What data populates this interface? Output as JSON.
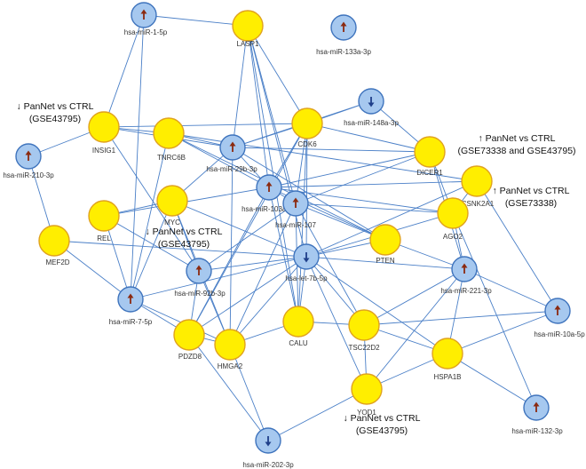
{
  "nodes": [
    {
      "id": "miR1",
      "type": "mirna",
      "dir": "up",
      "label": "hsa-miR-1-5p"
    },
    {
      "id": "LASP1",
      "type": "gene",
      "label": "LASP1"
    },
    {
      "id": "miR133",
      "type": "mirna",
      "dir": "up",
      "label": "hsa-miR-133a-3p"
    },
    {
      "id": "miR148",
      "type": "mirna",
      "dir": "down",
      "label": "hsa-miR-148a-3p"
    },
    {
      "id": "INSIG1",
      "type": "gene",
      "label": "INSIG1"
    },
    {
      "id": "TNRC6B",
      "type": "gene",
      "label": "TNRC6B"
    },
    {
      "id": "CDK6",
      "type": "gene",
      "label": "CDK6"
    },
    {
      "id": "DICER1",
      "type": "gene",
      "label": "DICER1"
    },
    {
      "id": "miR210",
      "type": "mirna",
      "dir": "up",
      "label": "hsa-miR-210-3p"
    },
    {
      "id": "miR29b",
      "type": "mirna",
      "dir": "up",
      "label": "hsa-miR-29b-3p"
    },
    {
      "id": "CSNK2A1",
      "type": "gene",
      "label": "CSNK2A1"
    },
    {
      "id": "MYC",
      "type": "gene",
      "label": "MYC"
    },
    {
      "id": "miR103",
      "type": "mirna",
      "dir": "up",
      "label": "hsa-miR-103a-3p"
    },
    {
      "id": "miR107",
      "type": "mirna",
      "dir": "up",
      "label": "hsa-miR-107"
    },
    {
      "id": "REL",
      "type": "gene",
      "label": "REL"
    },
    {
      "id": "AGO2",
      "type": "gene",
      "label": "AGO2"
    },
    {
      "id": "MEF2D",
      "type": "gene",
      "label": "MEF2D"
    },
    {
      "id": "PTEN",
      "type": "gene",
      "label": "PTEN"
    },
    {
      "id": "let7b",
      "type": "mirna",
      "dir": "down",
      "label": "hsa-let-7b-5p"
    },
    {
      "id": "miR92b",
      "type": "mirna",
      "dir": "up",
      "label": "hsa-miR-92b-3p"
    },
    {
      "id": "miR221",
      "type": "mirna",
      "dir": "up",
      "label": "hsa-miR-221-3p"
    },
    {
      "id": "miR7",
      "type": "mirna",
      "dir": "up",
      "label": "hsa-miR-7-5p"
    },
    {
      "id": "CALU",
      "type": "gene",
      "label": "CALU"
    },
    {
      "id": "miR10a",
      "type": "mirna",
      "dir": "up",
      "label": "hsa-miR-10a-5p"
    },
    {
      "id": "PDZD8",
      "type": "gene",
      "label": "PDZD8"
    },
    {
      "id": "HMGA2",
      "type": "gene",
      "label": "HMGA2"
    },
    {
      "id": "TSC22D2",
      "type": "gene",
      "label": "TSC22D2"
    },
    {
      "id": "HSPA1B",
      "type": "gene",
      "label": "HSPA1B"
    },
    {
      "id": "YOD1",
      "type": "gene",
      "label": "YOD1"
    },
    {
      "id": "miR132",
      "type": "mirna",
      "dir": "up",
      "label": "hsa-miR-132-3p"
    },
    {
      "id": "miR202",
      "type": "mirna",
      "dir": "down",
      "label": "hsa-miR-202-3p"
    }
  ],
  "edges": [
    [
      "miR1",
      "INSIG1"
    ],
    [
      "miR1",
      "LASP1"
    ],
    [
      "miR1",
      "miR7"
    ],
    [
      "LASP1",
      "CDK6"
    ],
    [
      "LASP1",
      "CALU"
    ],
    [
      "LASP1",
      "miR103"
    ],
    [
      "LASP1",
      "miR107"
    ],
    [
      "LASP1",
      "let7b"
    ],
    [
      "LASP1",
      "miR29b"
    ],
    [
      "miR148",
      "CDK6"
    ],
    [
      "miR148",
      "DICER1"
    ],
    [
      "miR148",
      "miR29b"
    ],
    [
      "INSIG1",
      "miR210"
    ],
    [
      "INSIG1",
      "TNRC6B"
    ],
    [
      "INSIG1",
      "miR29b"
    ],
    [
      "INSIG1",
      "CDK6"
    ],
    [
      "INSIG1",
      "miR92b"
    ],
    [
      "TNRC6B",
      "miR29b"
    ],
    [
      "TNRC6B",
      "miR103"
    ],
    [
      "TNRC6B",
      "miR7"
    ],
    [
      "TNRC6B",
      "PTEN"
    ],
    [
      "TNRC6B",
      "CSNK2A1"
    ],
    [
      "CDK6",
      "miR29b"
    ],
    [
      "CDK6",
      "miR103"
    ],
    [
      "CDK6",
      "let7b"
    ],
    [
      "CDK6",
      "miR107"
    ],
    [
      "CDK6",
      "CALU"
    ],
    [
      "CDK6",
      "PDZD8"
    ],
    [
      "CDK6",
      "DICER1"
    ],
    [
      "DICER1",
      "miR103"
    ],
    [
      "DICER1",
      "miR107"
    ],
    [
      "DICER1",
      "AGO2"
    ],
    [
      "DICER1",
      "miR221"
    ],
    [
      "DICER1",
      "miR29b"
    ],
    [
      "miR210",
      "MEF2D"
    ],
    [
      "miR29b",
      "MYC"
    ],
    [
      "miR29b",
      "PTEN"
    ],
    [
      "miR29b",
      "HMGA2"
    ],
    [
      "miR29b",
      "miR103"
    ],
    [
      "CSNK2A1",
      "miR103"
    ],
    [
      "CSNK2A1",
      "miR10a"
    ],
    [
      "CSNK2A1",
      "let7b"
    ],
    [
      "CSNK2A1",
      "AGO2"
    ],
    [
      "MYC",
      "miR92b"
    ],
    [
      "MYC",
      "let7b"
    ],
    [
      "MYC",
      "miR7"
    ],
    [
      "MYC",
      "HMGA2"
    ],
    [
      "MYC",
      "REL"
    ],
    [
      "miR103",
      "PTEN"
    ],
    [
      "miR103",
      "PDZD8"
    ],
    [
      "miR103",
      "REL"
    ],
    [
      "miR103",
      "CALU"
    ],
    [
      "miR103",
      "miR107"
    ],
    [
      "miR103",
      "AGO2"
    ],
    [
      "miR107",
      "PTEN"
    ],
    [
      "miR107",
      "HMGA2"
    ],
    [
      "miR107",
      "AGO2"
    ],
    [
      "miR107",
      "TSC22D2"
    ],
    [
      "miR107",
      "miR92b"
    ],
    [
      "miR107",
      "CALU"
    ],
    [
      "REL",
      "miR7"
    ],
    [
      "REL",
      "miR92b"
    ],
    [
      "AGO2",
      "miR221"
    ],
    [
      "AGO2",
      "let7b"
    ],
    [
      "MEF2D",
      "miR7"
    ],
    [
      "MEF2D",
      "let7b"
    ],
    [
      "PTEN",
      "let7b"
    ],
    [
      "PTEN",
      "miR221"
    ],
    [
      "let7b",
      "miR92b"
    ],
    [
      "let7b",
      "CALU"
    ],
    [
      "let7b",
      "PDZD8"
    ],
    [
      "let7b",
      "HMGA2"
    ],
    [
      "let7b",
      "TSC22D2"
    ],
    [
      "let7b",
      "HSPA1B"
    ],
    [
      "let7b",
      "YOD1"
    ],
    [
      "let7b",
      "miR7"
    ],
    [
      "let7b",
      "miR221"
    ],
    [
      "miR92b",
      "PDZD8"
    ],
    [
      "miR92b",
      "HMGA2"
    ],
    [
      "miR221",
      "TSC22D2"
    ],
    [
      "miR221",
      "HSPA1B"
    ],
    [
      "miR221",
      "miR10a"
    ],
    [
      "miR221",
      "YOD1"
    ],
    [
      "miR7",
      "PDZD8"
    ],
    [
      "miR7",
      "HMGA2"
    ],
    [
      "CALU",
      "HMGA2"
    ],
    [
      "CALU",
      "TSC22D2"
    ],
    [
      "miR10a",
      "HSPA1B"
    ],
    [
      "miR10a",
      "TSC22D2"
    ],
    [
      "PDZD8",
      "HMGA2"
    ],
    [
      "PDZD8",
      "miR202"
    ],
    [
      "HMGA2",
      "miR202"
    ],
    [
      "TSC22D2",
      "HSPA1B"
    ],
    [
      "TSC22D2",
      "YOD1"
    ],
    [
      "HSPA1B",
      "miR132"
    ],
    [
      "HSPA1B",
      "YOD1"
    ],
    [
      "YOD1",
      "miR202"
    ],
    [
      "AGO2",
      "miR132"
    ]
  ],
  "annotations": [
    {
      "id": "ann_insig1",
      "arrow": "↓",
      "line1": "PanNet vs CTRL",
      "line2": "(GSE43795)"
    },
    {
      "id": "ann_dicer1",
      "arrow": "↑",
      "line1": "PanNet vs CTRL",
      "line2": "(GSE73338 and GSE43795)"
    },
    {
      "id": "ann_csnk2a1",
      "arrow": "↑",
      "line1": "PanNet vs CTRL",
      "line2": "(GSE73338)"
    },
    {
      "id": "ann_myc",
      "arrow": "↓",
      "line1": "PanNet vs CTRL",
      "line2": "(GSE43795)"
    },
    {
      "id": "ann_yod1",
      "arrow": "↓",
      "line1": "PanNet vs CTRL",
      "line2": "(GSE43795)"
    }
  ],
  "colors": {
    "gene_fill": "#ffee00",
    "gene_stroke": "#e0a21e",
    "mirna_fill": "#a6c8ef",
    "mirna_stroke": "#3f74bd",
    "edge": "#4a7fc7",
    "up_arrow": "#8b2a10",
    "down_arrow": "#1f3f8a"
  }
}
